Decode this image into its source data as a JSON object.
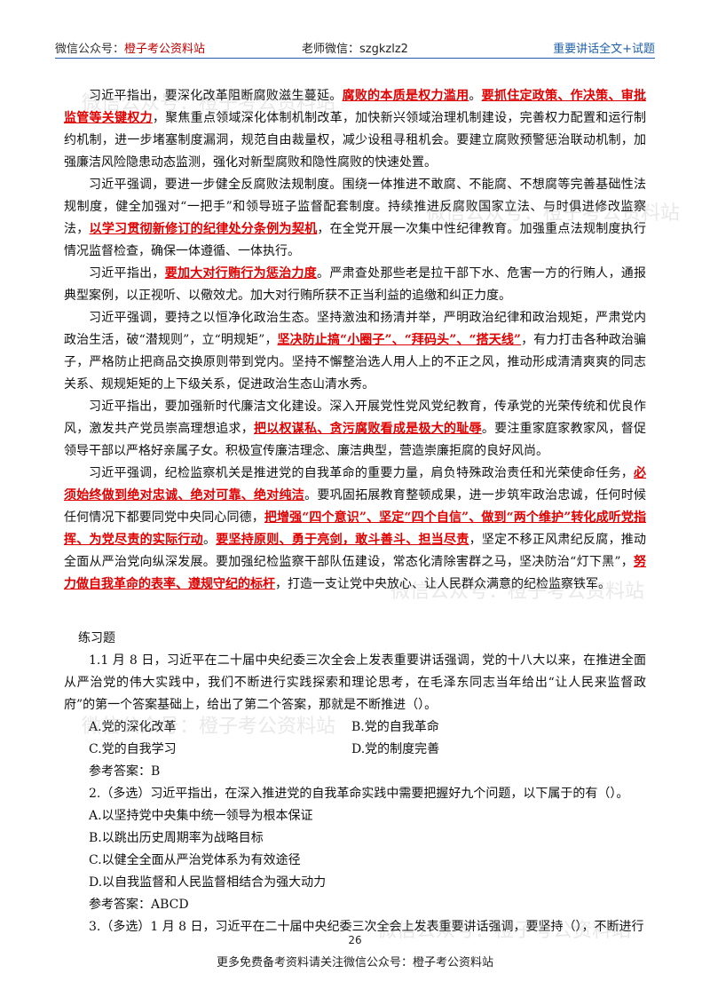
{
  "header": {
    "left_label": "微信公众号：",
    "left_account": "橙子考公资料站",
    "center": "老师微信：szgkzlz2",
    "right": "重要讲话全文+试题"
  },
  "paragraphs": [
    [
      {
        "t": "习近平指出，要深化改革阻断腐败滋生蔓延。"
      },
      {
        "t": "腐败的本质是权力滥用",
        "hl": true
      },
      {
        "t": "。"
      },
      {
        "t": "要抓住定政策、作决策、审批监管等关键权力",
        "hl": true
      },
      {
        "t": "，聚焦重点领域深化体制机制改革，加快新兴领域治理机制建设，完善权力配置和运行制约机制，进一步堵塞制度漏洞，规范自由裁量权，减少设租寻租机会。要建立腐败预警惩治联动机制，加强廉洁风险隐患动态监测，强化对新型腐败和隐性腐败的快速处置。"
      }
    ],
    [
      {
        "t": "习近平强调，要进一步健全反腐败法规制度。围绕一体推进不敢腐、不能腐、不想腐等完善基础性法规制度，健全加强对“一把手”和领导班子监督配套制度。持续推进反腐败国家立法、与时俱进修改监察法，"
      },
      {
        "t": "以学习贯彻新修订的纪律处分条例为契机",
        "hl": true
      },
      {
        "t": "，在全党开展一次集中性纪律教育。加强重点法规制度执行情况监督检查，确保一体遵循、一体执行。"
      }
    ],
    [
      {
        "t": "习近平指出，"
      },
      {
        "t": "要加大对行贿行为惩治力度",
        "hl": true
      },
      {
        "t": "。严肃查处那些老是拉干部下水、危害一方的行贿人，通报典型案例，以正视听、以儆效尤。加大对行贿所获不正当利益的追缴和纠正力度。"
      }
    ],
    [
      {
        "t": "习近平强调，要持之以恒净化政治生态。坚持激浊和扬清并举，严明政治纪律和政治规矩，严肃党内政治生活，破“潜规则”，立“明规矩”，"
      },
      {
        "t": "坚决防止搞“小圈子”、“拜码头”、“搭天线”",
        "hl": true
      },
      {
        "t": "，有力打击各种政治骗子，严格防止把商品交换原则带到党内。坚持不懈整治选人用人上的不正之风，推动形成清清爽爽的同志关系、规规矩矩的上下级关系，促进政治生态山清水秀。"
      }
    ],
    [
      {
        "t": "习近平指出，要加强新时代廉洁文化建设。深入开展党性党风党纪教育，传承党的光荣传统和优良作风，激发共产党员崇高理想追求，"
      },
      {
        "t": "把以权谋私、贪污腐败看成是极大的耻辱",
        "hl": true
      },
      {
        "t": "。要注重家庭家教家风，督促领导干部以严格好亲属子女。积极宣传廉洁理念、廉洁典型，营造崇廉拒腐的良好风尚。"
      }
    ],
    [
      {
        "t": "习近平强调，纪检监察机关是推进党的自我革命的重要力量，肩负特殊政治责任和光荣使命任务，"
      },
      {
        "t": "必须始终做到绝对忠诚、绝对可靠、绝对纯洁",
        "hl": true
      },
      {
        "t": "。要巩固拓展教育整顿成果，进一步筑牢政治忠诚，任何时候任何情况下都要同党中央同心同德，"
      },
      {
        "t": "把增强“四个意识”、坚定“四个自信”、做到“两个维护”转化成听党指挥、为党尽责的实际行动",
        "hl": true
      },
      {
        "t": "。"
      },
      {
        "t": "要坚持原则、勇于亮剑，敢斗善斗、担当尽责",
        "hl": true
      },
      {
        "t": "，坚定不移正风肃纪反腐，推动全面从严治党向纵深发展。要加强纪检监察干部队伍建设，常态化清除害群之马，坚决防治“灯下黑”，"
      },
      {
        "t": "努力做自我革命的表率、遵规守纪的标杆",
        "hl": true
      },
      {
        "t": "，打造一支让党中央放心、让人民群众满意的纪检监察铁军。"
      }
    ]
  ],
  "exercise": {
    "heading": "练习题",
    "q1": {
      "text": "1.1 月 8 日，习近平在二十届中央纪委三次全会上发表重要讲话强调，党的十八大以来，在推进全面从严治党的伟大实践中，我们不断进行实践探索和理论思考，在毛泽东同志当年给出“让人民来监督政府”的第一个答案基础上，给出了第二个答案，那就是不断推进（）。",
      "a": "A.党的深化改革",
      "b": "B.党的自我革命",
      "c": "C.党的自我学习",
      "d": "D.党的制度完善",
      "answer": "参考答案：B"
    },
    "q2": {
      "text": "2.（多选）习近平指出，在深入推进党的自我革命实践中需要把握好九个问题，以下属于的有（）。",
      "a": "A.以坚持党中央集中统一领导为根本保证",
      "b": "B.以跳出历史周期率为战略目标",
      "c": "C.以健全全面从严治党体系为有效途径",
      "d": "D.以自我监督和人民监督相结合为强大动力",
      "answer": "参考答案：ABCD"
    },
    "q3": {
      "text": "3.（多选）1 月 8 日，习近平在二十届中央纪委三次全会上发表重要讲话强调，要坚持（），不断进行"
    }
  },
  "page_number": "26",
  "footer": "更多免费备考资料请关注微信公众号：橙子考公资料站",
  "watermarks": {
    "w1": "微信公众号：橙子考公资料站",
    "w2": "微信公众号：橙子考公资料站",
    "w3": "微信公众号：橙子考公资料站",
    "w4": "微信公众号：橙子考公资料站",
    "w5": "微信公众号：橙子考公资料站"
  }
}
